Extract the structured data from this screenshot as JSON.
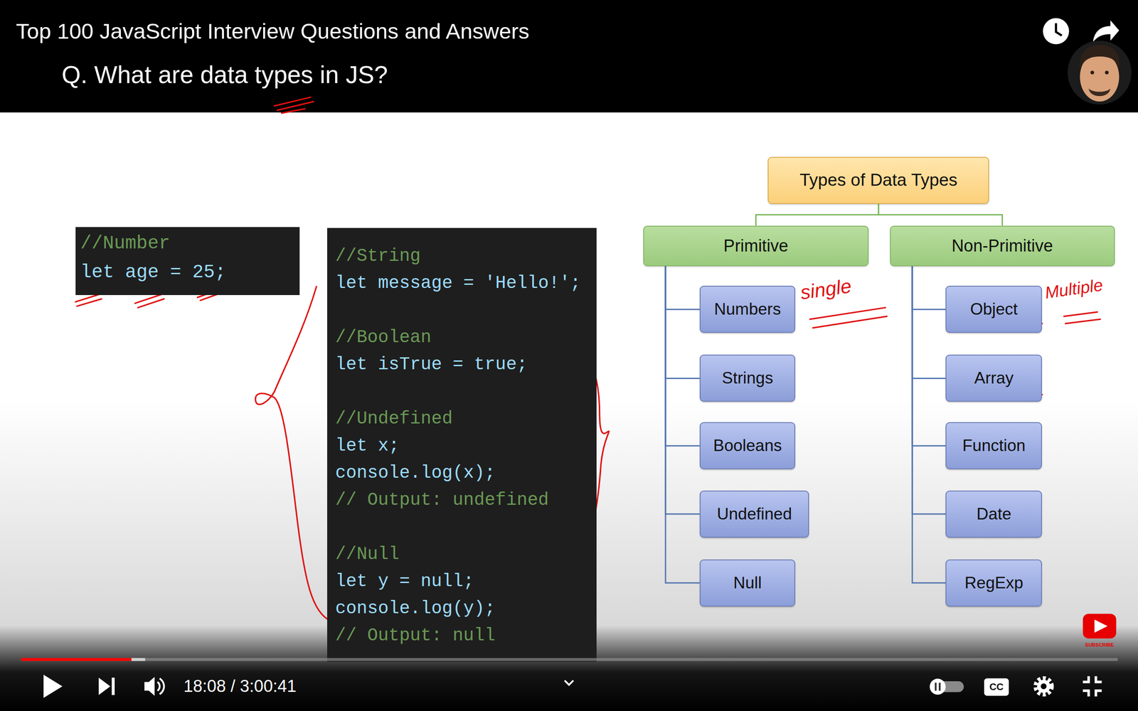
{
  "diagram": {
    "title": "Q. What are data types in JS?",
    "nodes": [
      {
        "text": [
          "//Number",
          "let age = 25;"
        ]
      },
      {
        "text": [
          "//String",
          "let message = 'Hello!';",
          "//Boolean",
          "let isTrue = true;",
          "//Undefined",
          "let x;",
          "console.log(x);",
          "// Output: undefined",
          "//Null",
          "let y = null;",
          "console.log(y);",
          "// Output: null"
        ]
      },
      {
        "text": [
          "Types of Data Types"
        ]
      },
      {
        "text": [
          "Primitive"
        ]
      },
      {
        "text": [
          "Non-Primitive"
        ]
      },
      {
        "text": [
          "Numbers"
        ]
      },
      {
        "text": [
          "Strings"
        ]
      },
      {
        "text": [
          "Booleans"
        ]
      },
      {
        "text": [
          "Undefined"
        ]
      },
      {
        "text": [
          "Null"
        ]
      },
      {
        "text": [
          "Object"
        ]
      },
      {
        "text": [
          "Array"
        ]
      },
      {
        "text": [
          "Function"
        ]
      },
      {
        "text": [
          "Date"
        ]
      },
      {
        "text": [
          "RegExp"
        ]
      }
    ],
    "edges": [
      {
        "from": 2,
        "to": 3,
        "arrow": "none"
      },
      {
        "from": 2,
        "to": 4,
        "arrow": "none"
      },
      {
        "from": 3,
        "to": 5,
        "arrow": "none"
      },
      {
        "from": 3,
        "to": 6,
        "arrow": "none"
      },
      {
        "from": 3,
        "to": 7,
        "arrow": "none"
      },
      {
        "from": 3,
        "to": 8,
        "arrow": "none"
      },
      {
        "from": 3,
        "to": 9,
        "arrow": "none"
      },
      {
        "from": 4,
        "to": 10,
        "arrow": "none"
      },
      {
        "from": 4,
        "to": 11,
        "arrow": "none"
      },
      {
        "from": 4,
        "to": 12,
        "arrow": "none"
      },
      {
        "from": 4,
        "to": 13,
        "arrow": "none"
      },
      {
        "from": 4,
        "to": 14,
        "arrow": "none"
      }
    ],
    "labels": [
      "Top 100 JavaScript Interview Questions and Answers",
      "single",
      "Multiple",
      "18:08 / 3:00:41",
      "SUBSCRIBE",
      "CC"
    ]
  }
}
